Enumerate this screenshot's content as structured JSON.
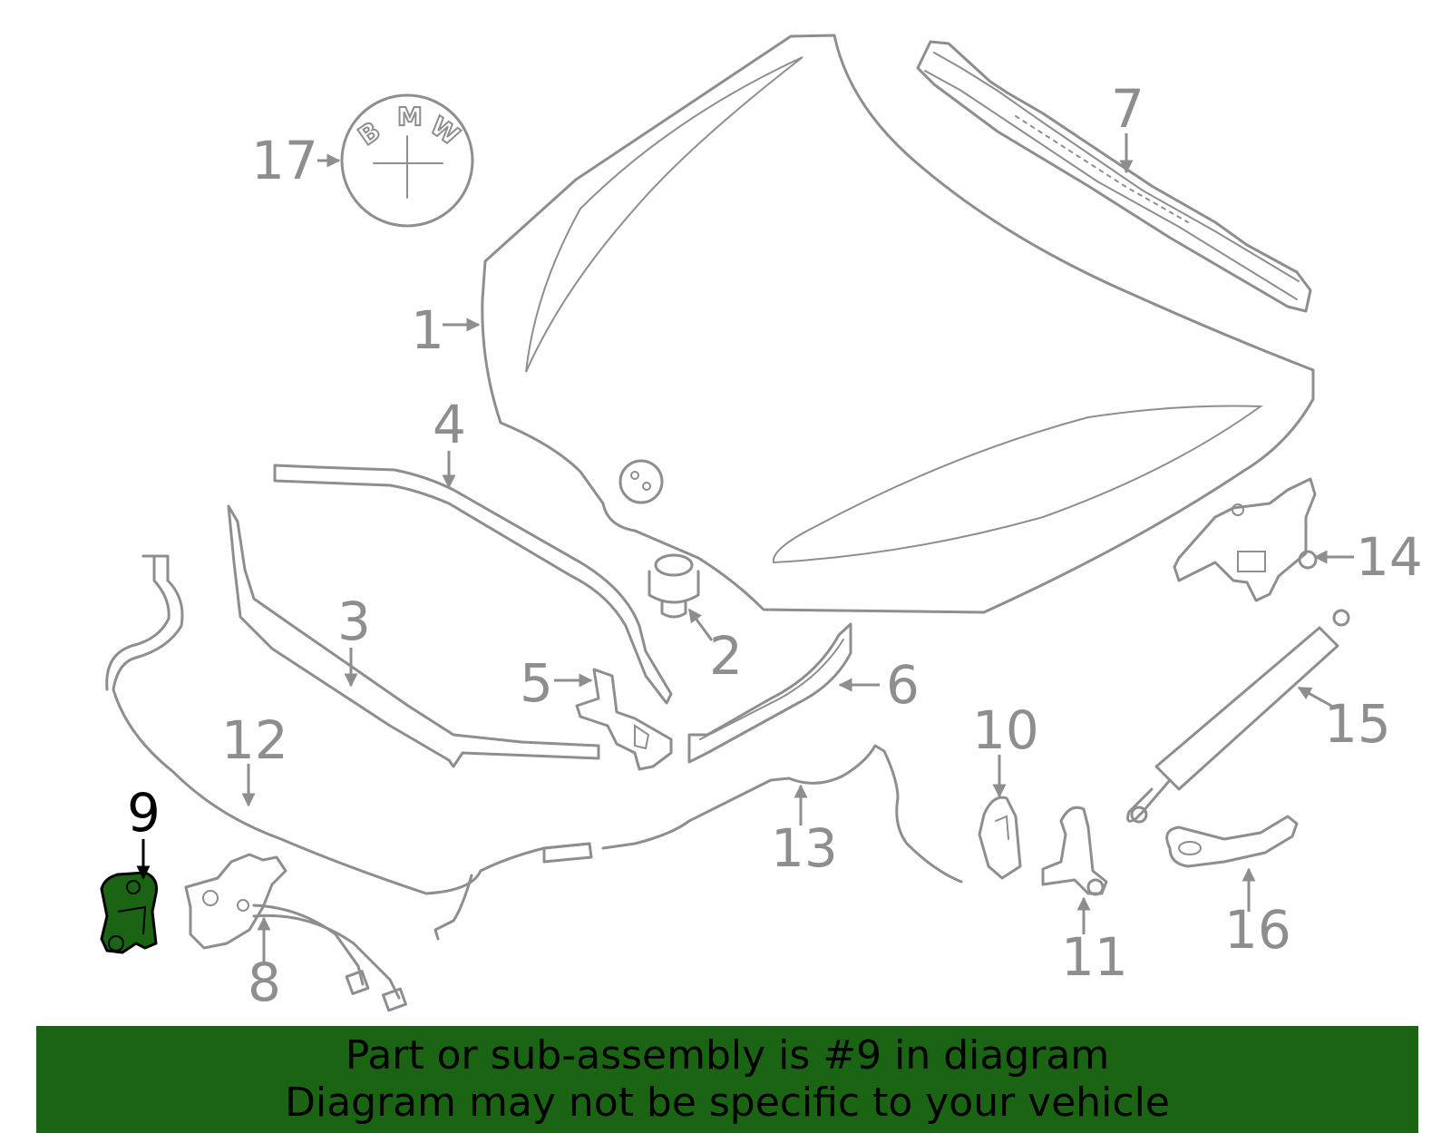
{
  "colors": {
    "line_gray": "#8e8e8e",
    "highlight_green": "#1a6414",
    "banner_green": "#1a6414",
    "banner_text": "#000000"
  },
  "highlighted_part": "9",
  "callouts": [
    {
      "id": "1",
      "label": "1"
    },
    {
      "id": "2",
      "label": "2"
    },
    {
      "id": "3",
      "label": "3"
    },
    {
      "id": "4",
      "label": "4"
    },
    {
      "id": "5",
      "label": "5"
    },
    {
      "id": "6",
      "label": "6"
    },
    {
      "id": "7",
      "label": "7"
    },
    {
      "id": "8",
      "label": "8"
    },
    {
      "id": "9",
      "label": "9"
    },
    {
      "id": "10",
      "label": "10"
    },
    {
      "id": "11",
      "label": "11"
    },
    {
      "id": "12",
      "label": "12"
    },
    {
      "id": "13",
      "label": "13"
    },
    {
      "id": "14",
      "label": "14"
    },
    {
      "id": "15",
      "label": "15"
    },
    {
      "id": "16",
      "label": "16"
    },
    {
      "id": "17",
      "label": "17"
    }
  ],
  "emblem": {
    "letters": [
      "B",
      "M",
      "W"
    ]
  },
  "banner": {
    "line1": "Part or sub-assembly is #9 in diagram",
    "line2": "Diagram may not be specific to your vehicle"
  }
}
